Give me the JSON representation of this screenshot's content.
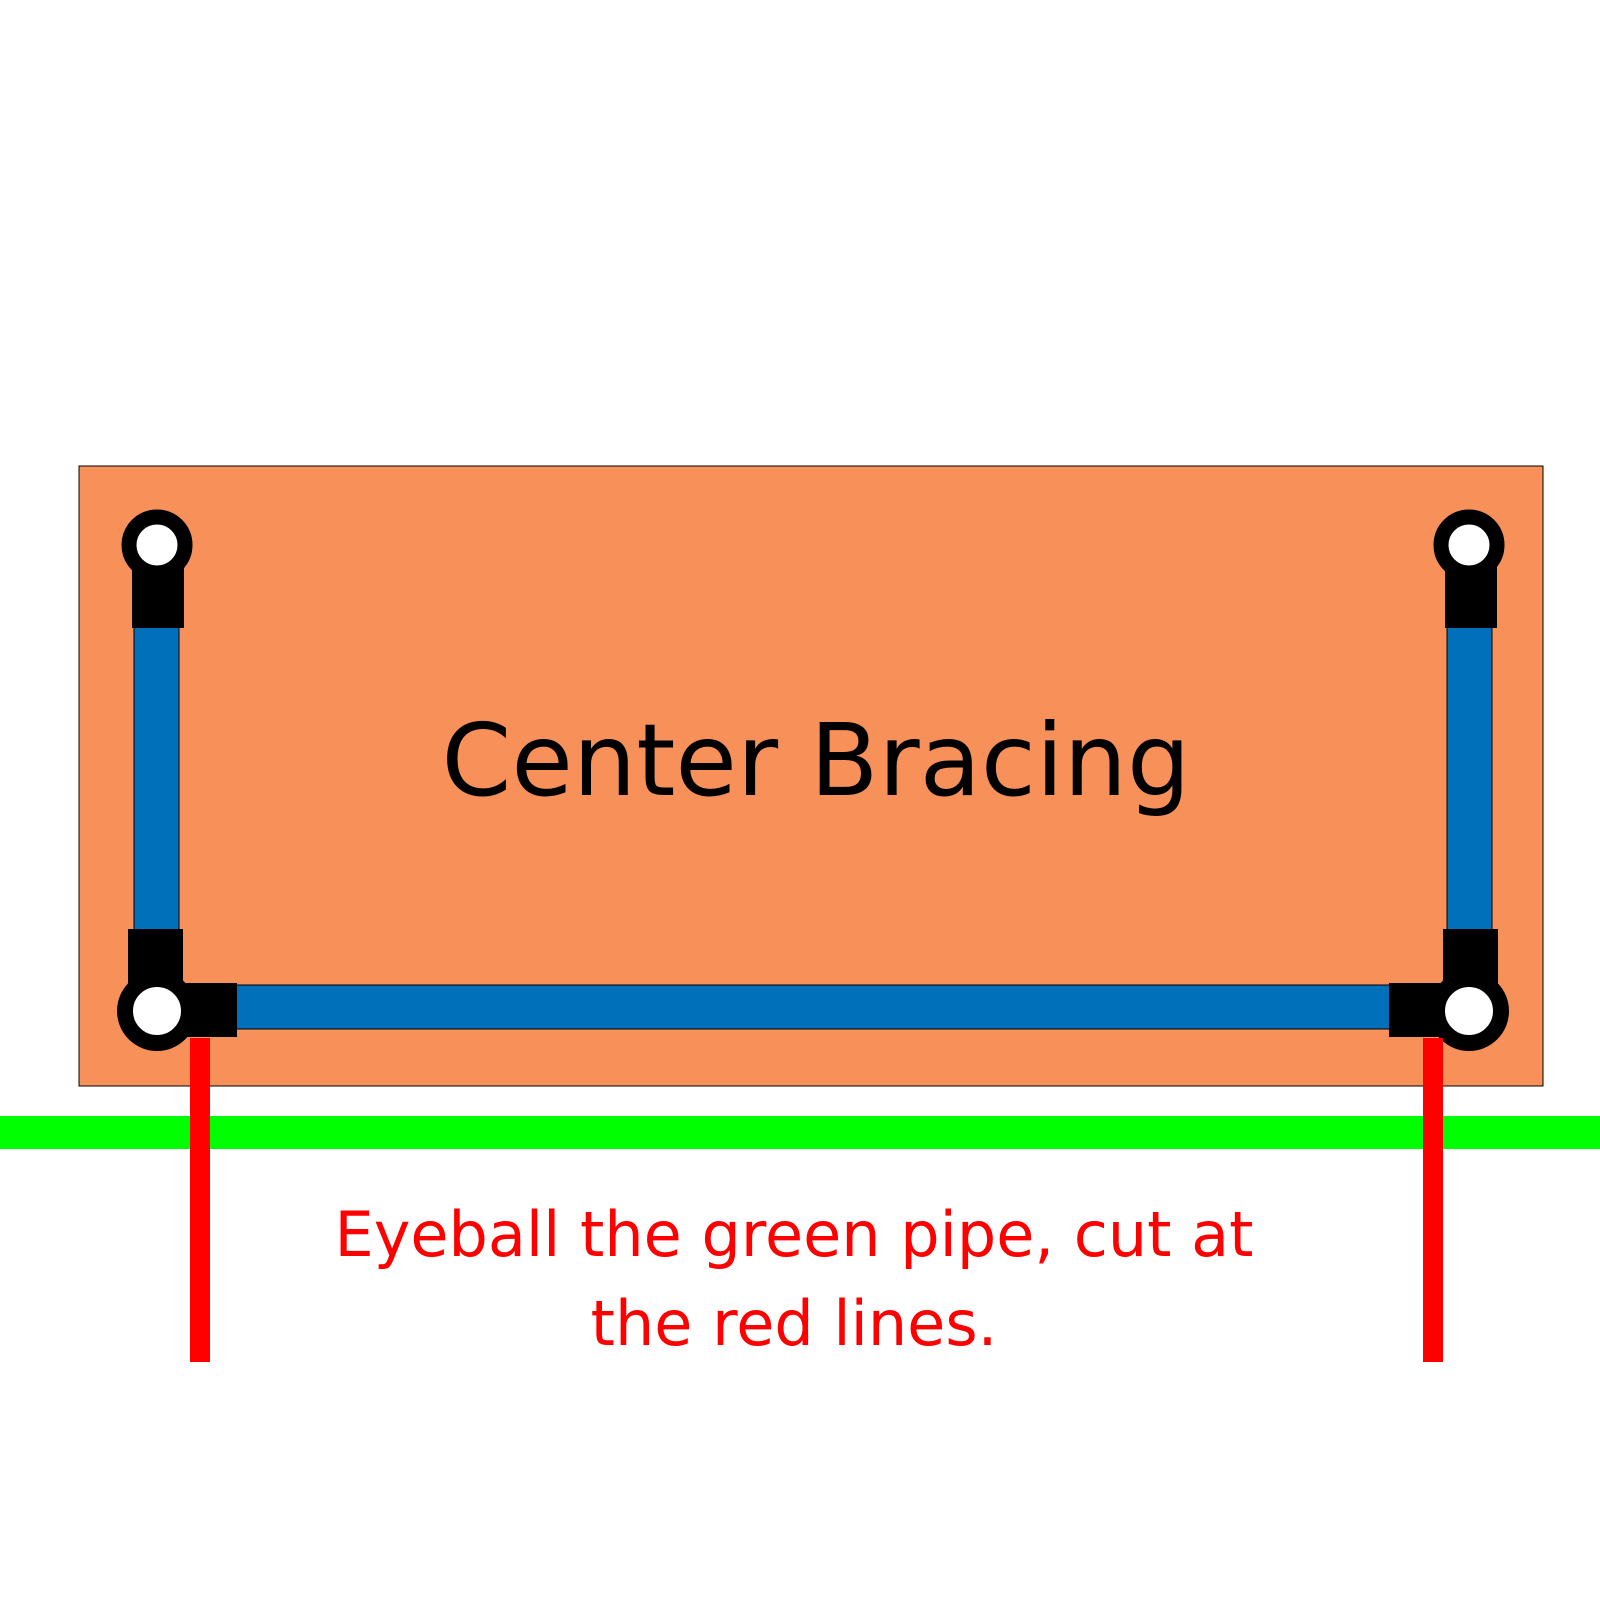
{
  "diagram": {
    "title": "Center Bracing",
    "instruction_line_1": "Eyeball  the green pipe, cut at",
    "instruction_line_2": "the red lines."
  },
  "colors": {
    "panel_fill": "#F79059",
    "blue_pipe": "#0070BA",
    "green_pipe": "#00FF00",
    "red_cut_line": "#FF0000",
    "fitting": "#000000",
    "instruction_text": "#FF0000",
    "title_text": "#000000"
  }
}
